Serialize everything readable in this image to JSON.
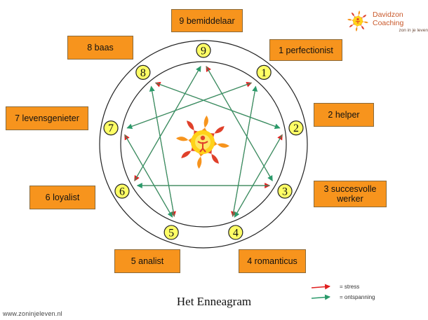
{
  "title": "Het Enneagram",
  "website": "www.zoninjeleven.nl",
  "logo": {
    "name": "Davidzon Coaching",
    "tagline": "zon in je leven"
  },
  "numbers": [
    "1",
    "2",
    "3",
    "4",
    "5",
    "6",
    "7",
    "8",
    "9"
  ],
  "types": [
    {
      "num": "9",
      "label": "9 bemiddelaar"
    },
    {
      "num": "1",
      "label": "1 perfectionist"
    },
    {
      "num": "2",
      "label": "2 helper"
    },
    {
      "num": "3",
      "label": "3 succesvolle werker"
    },
    {
      "num": "4",
      "label": "4 romanticus"
    },
    {
      "num": "5",
      "label": "5 analist"
    },
    {
      "num": "6",
      "label": "6 loyalist"
    },
    {
      "num": "7",
      "label": "7 levensgenieter"
    },
    {
      "num": "8",
      "label": "8 baas"
    }
  ],
  "legend": {
    "stress": "= stress",
    "relax": "= ontspanning"
  },
  "colors": {
    "box_fill": "#f7941d",
    "number_fill": "#ffff66",
    "stress_arrow": "#e02020",
    "relax_arrow": "#2a9a6a",
    "logo_orange": "#f7941d",
    "logo_red": "#e0402a",
    "logo_yellow": "#ffd21a"
  }
}
